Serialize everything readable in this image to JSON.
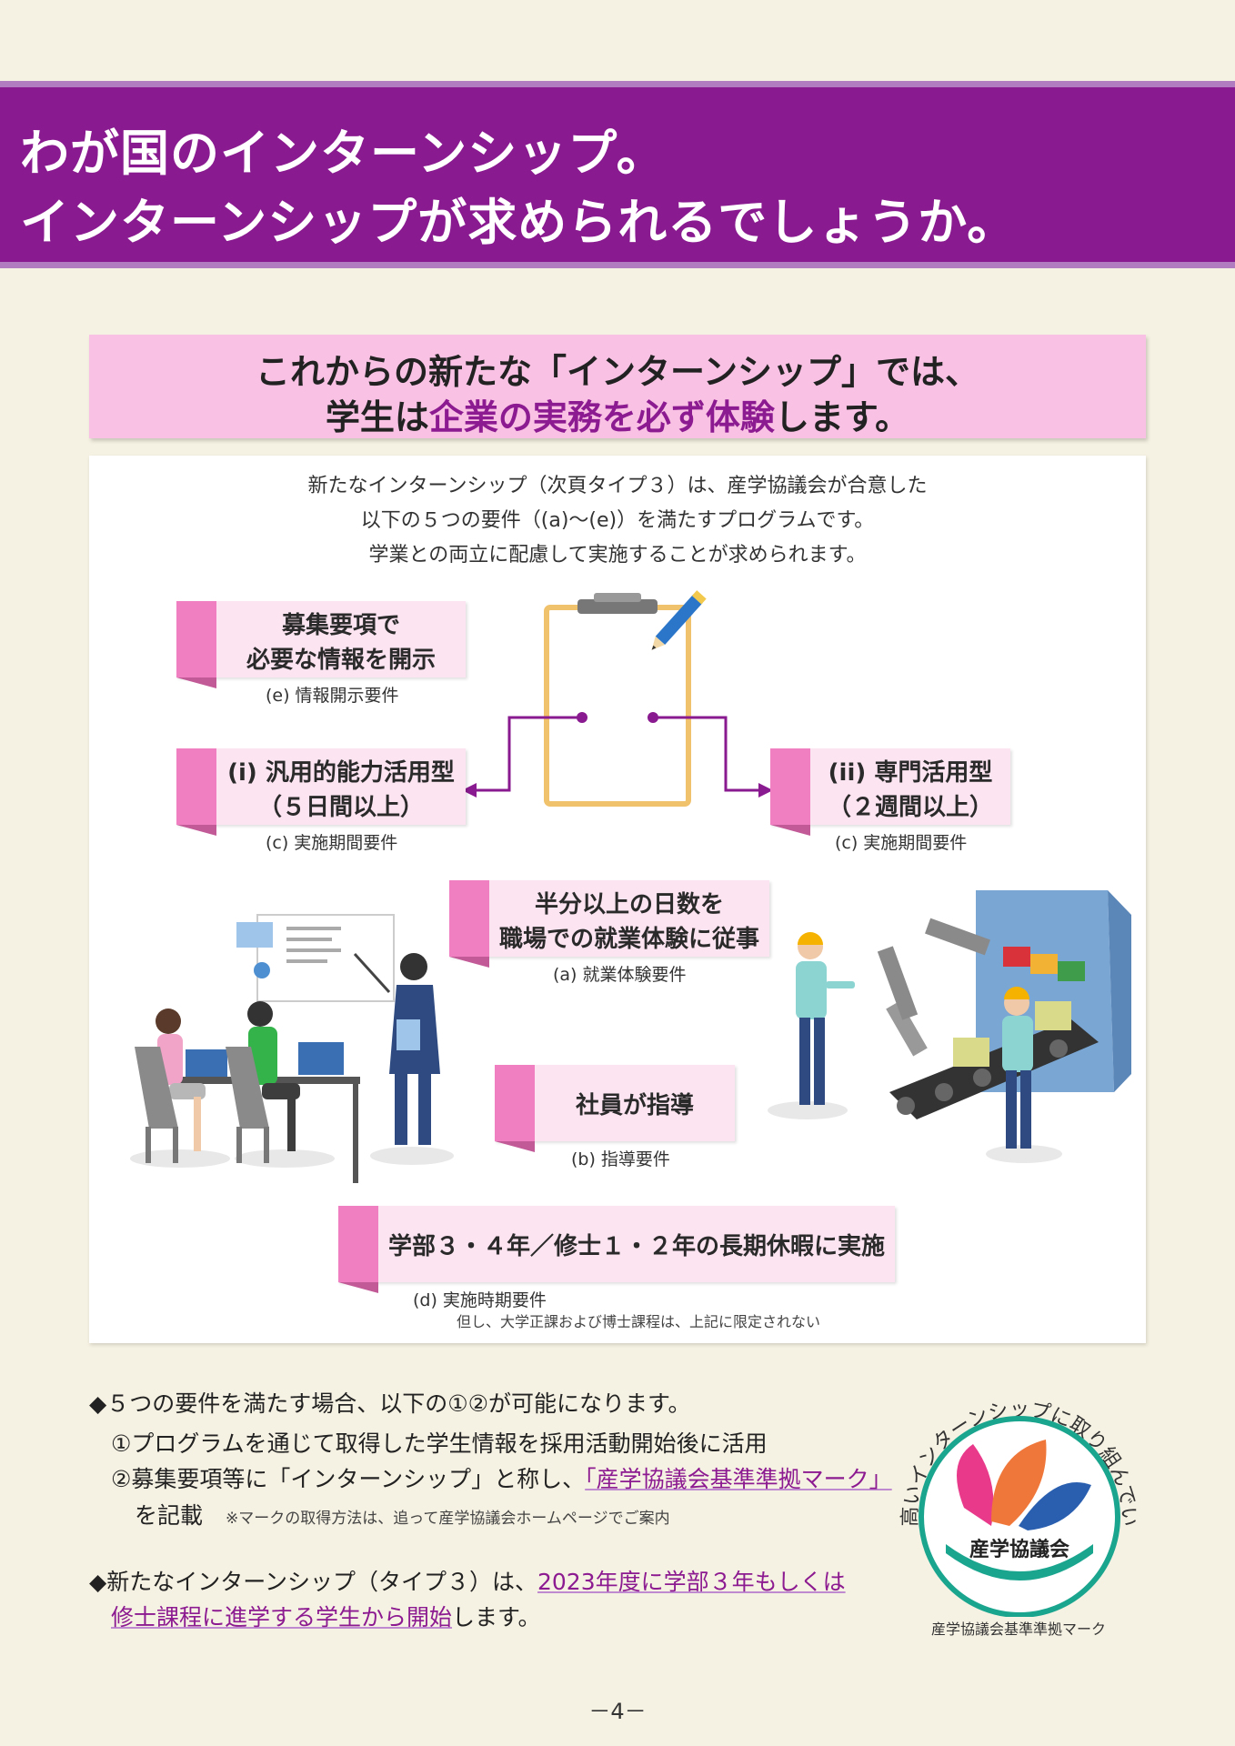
{
  "header": {
    "line1": "わが国のインターンシップ。",
    "line2": "インターンシップが求められるでしょうか。"
  },
  "lead": {
    "line1": "これからの新たな「インターンシップ」では、",
    "line2_prefix": "学生は",
    "line2_highlight": "企業の実務を必ず体験",
    "line2_suffix": "します。"
  },
  "intro": {
    "line1": "新たなインターンシップ（次頁タイプ３）は、産学協議会が合意した",
    "line2": "以下の５つの要件（(a)～(e)）を満たすプログラムです。",
    "line3": "学業との両立に配慮して実施することが求められます。"
  },
  "requirements": {
    "e": {
      "line1": "募集要項で",
      "line2": "必要な情報を開示",
      "caption": "(e) 情報開示要件"
    },
    "c1": {
      "line1": "(i) 汎用的能力活用型",
      "line2": "（５日間以上）",
      "caption": "(c) 実施期間要件"
    },
    "c2": {
      "line1": "(ii) 専門活用型",
      "line2": "（２週間以上）",
      "caption": "(c) 実施期間要件"
    },
    "a": {
      "line1": "半分以上の日数を",
      "line2": "職場での就業体験に従事",
      "caption": "(a) 就業体験要件"
    },
    "b": {
      "line1": "社員が指導",
      "caption": "(b) 指導要件"
    },
    "d": {
      "line1": "学部３・４年／修士１・２年の長期休暇に実施",
      "caption": "(d) 実施時期要件",
      "note": "但し、大学正課および博士課程は、上記に限定されない"
    }
  },
  "bottom": {
    "b1": "◆５つの要件を満たす場合、以下の①②が可能になります。",
    "b1_1": "①プログラムを通じて取得した学生情報を採用活動開始後に活用",
    "b1_2_prefix": "②募集要項等に「インターンシップ」と称し、",
    "b1_2_highlight": "「産学協議会基準準拠マーク」",
    "b1_3": "を記載",
    "b1_3_note": "※マークの取得方法は、追って産学協議会ホームページでご案内",
    "b2_prefix": "◆新たなインターンシップ（タイプ３）は、",
    "b2_highlight1": "2023年度に学部３年もしくは",
    "b2_highlight2": "修士課程に進学する学生から開始",
    "b2_suffix": "します。"
  },
  "mark": {
    "arc_text": "質の高いインターンシップに取り組んでいます",
    "center": "産学協議会",
    "caption": "産学協議会基準準拠マーク"
  },
  "page_number": "－4－",
  "colors": {
    "purple": "#8a1a8f",
    "pink_tag": "#f07fc2",
    "pink_bg": "#f9c2e4",
    "teal": "#1aa58f"
  }
}
